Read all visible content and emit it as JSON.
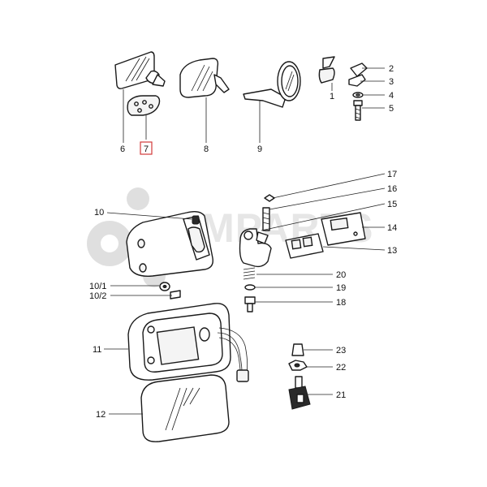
{
  "watermark": {
    "brand": "AMPARTS",
    "color": "#c8c8c8"
  },
  "highlight": {
    "part": "7",
    "color": "#d23a3a"
  },
  "callouts": [
    "1",
    "2",
    "3",
    "4",
    "5",
    "6",
    "7",
    "8",
    "9",
    "10",
    "10/1",
    "10/2",
    "11",
    "12",
    "13",
    "14",
    "15",
    "16",
    "17",
    "18",
    "19",
    "20",
    "21",
    "22",
    "23"
  ]
}
